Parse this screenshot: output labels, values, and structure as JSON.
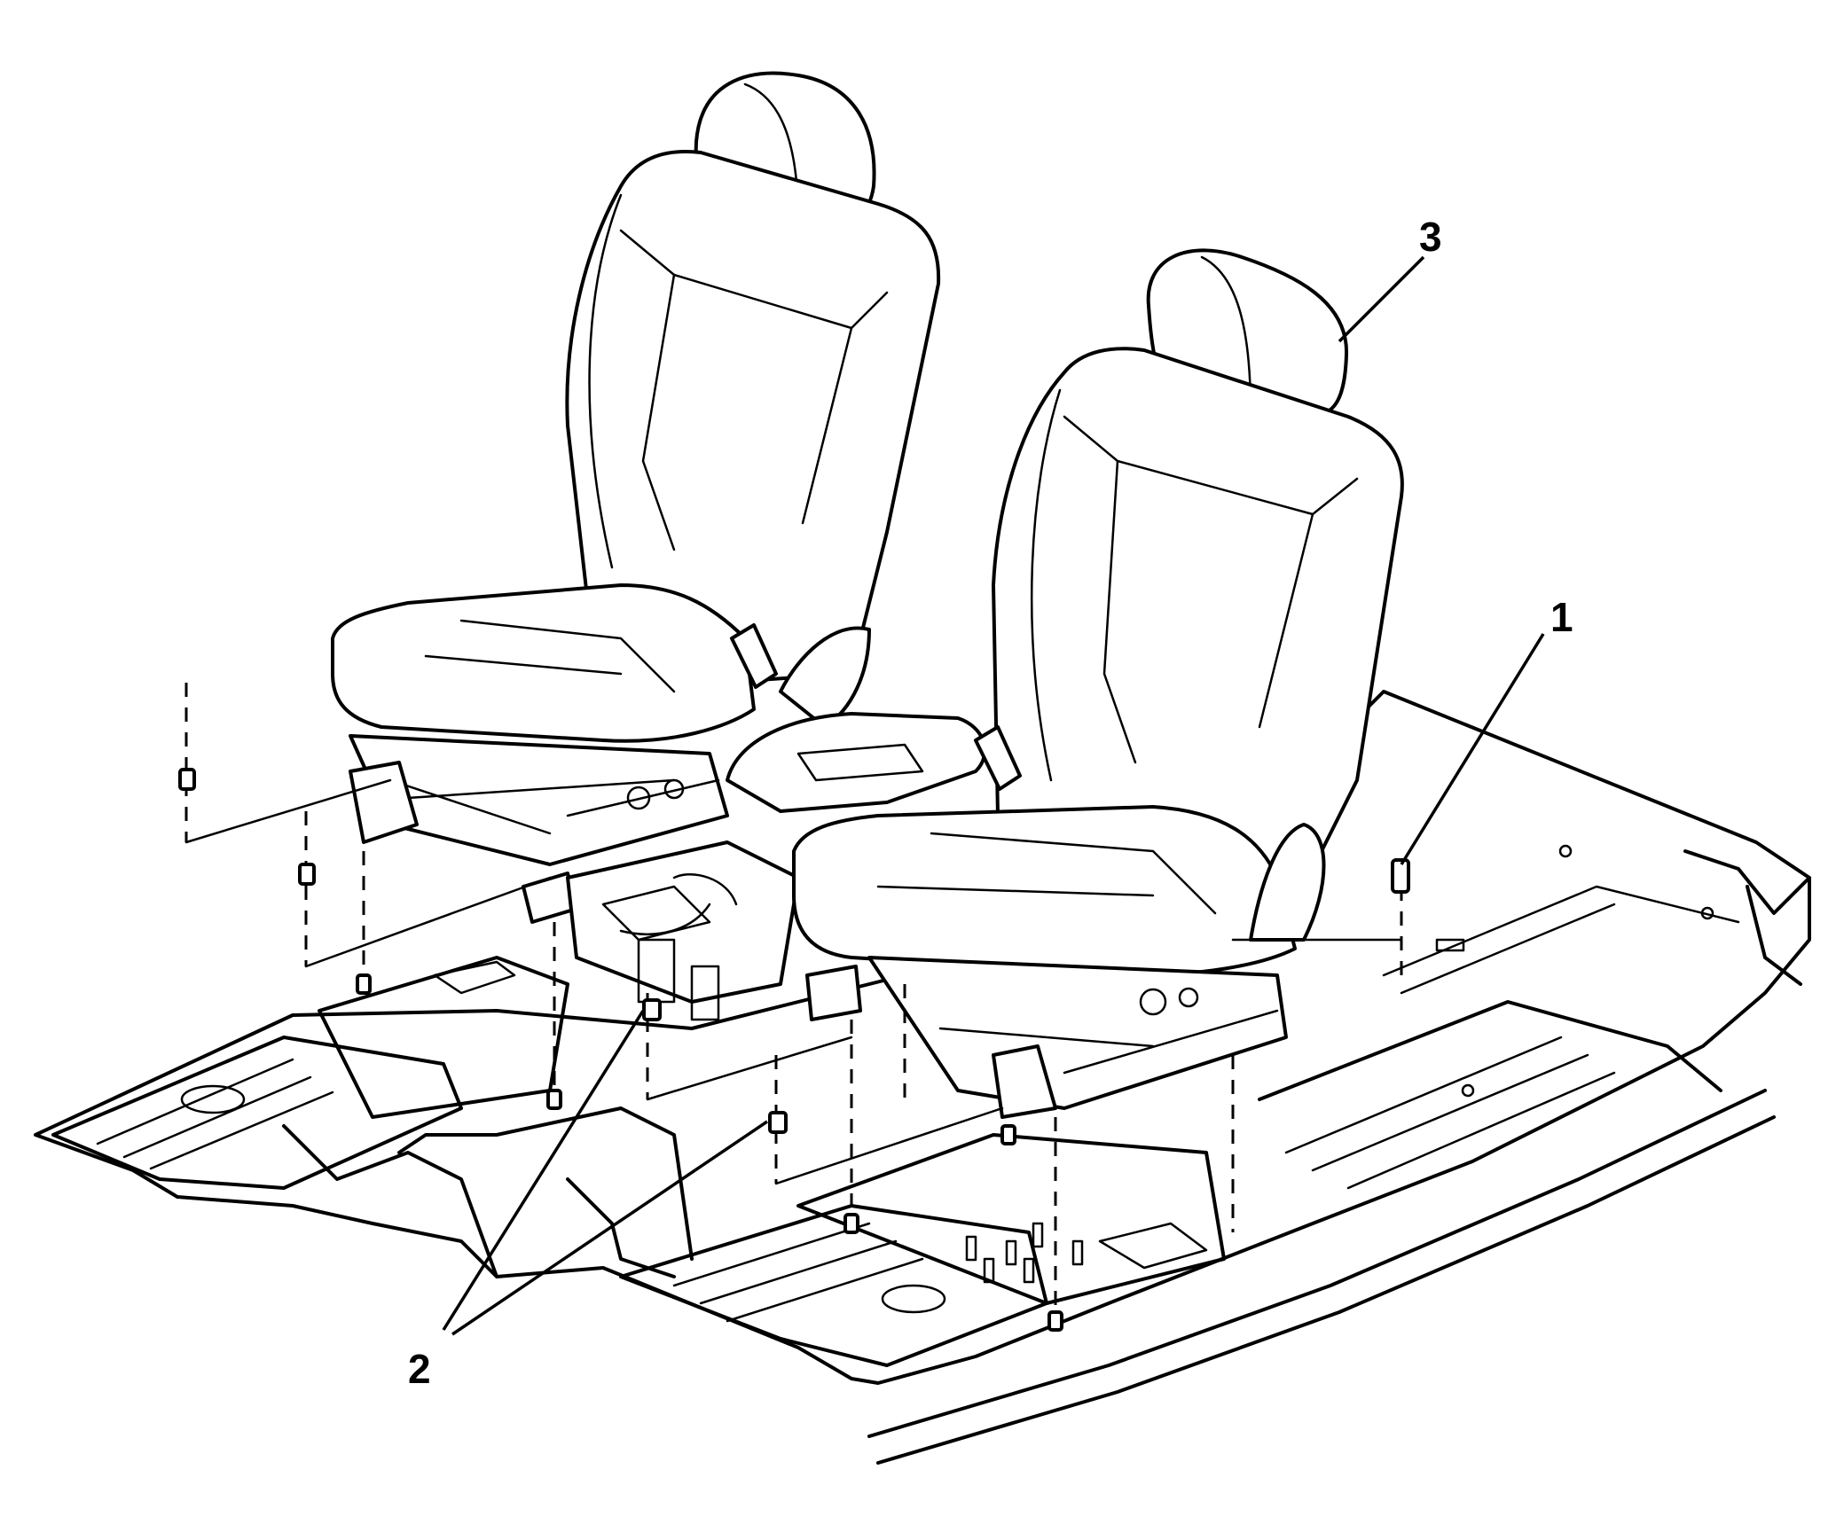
{
  "callouts": [
    {
      "id": "1",
      "label": "1",
      "part": "seat-mounting-bolt"
    },
    {
      "id": "2",
      "label": "2",
      "part": "seat-mounting-nuts"
    },
    {
      "id": "3",
      "label": "3",
      "part": "front-seat-assembly"
    }
  ],
  "colors": {
    "line": "#000000",
    "background": "#ffffff"
  }
}
